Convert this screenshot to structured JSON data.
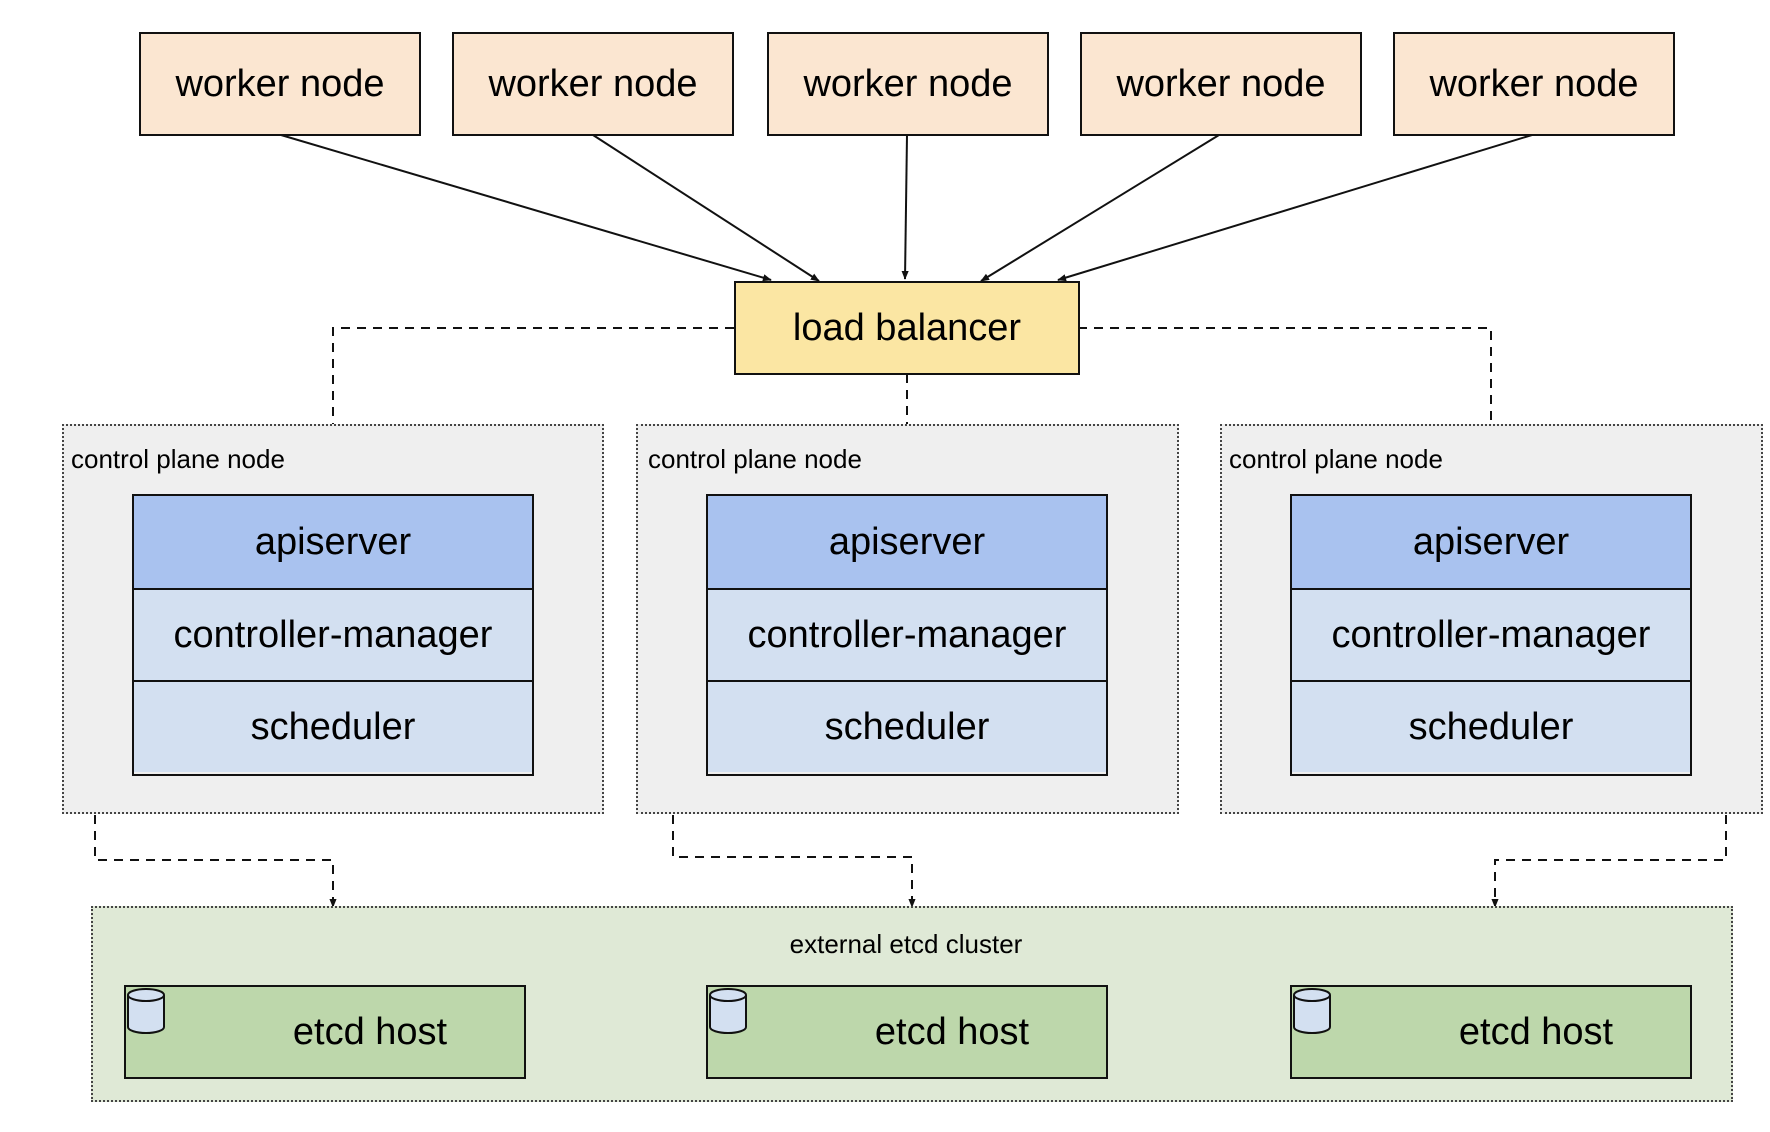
{
  "worker_nodes": [
    {
      "label": "worker node"
    },
    {
      "label": "worker node"
    },
    {
      "label": "worker node"
    },
    {
      "label": "worker node"
    },
    {
      "label": "worker node"
    }
  ],
  "load_balancer": {
    "label": "load balancer"
  },
  "control_plane_nodes": [
    {
      "region_label": "control plane node",
      "components": [
        "apiserver",
        "controller-manager",
        "scheduler"
      ]
    },
    {
      "region_label": "control plane node",
      "components": [
        "apiserver",
        "controller-manager",
        "scheduler"
      ]
    },
    {
      "region_label": "control plane node",
      "components": [
        "apiserver",
        "controller-manager",
        "scheduler"
      ]
    }
  ],
  "etcd_cluster": {
    "label": "external etcd cluster",
    "hosts": [
      {
        "label": "etcd host",
        "icon": "database-icon"
      },
      {
        "label": "etcd host",
        "icon": "database-icon"
      },
      {
        "label": "etcd host",
        "icon": "database-icon"
      }
    ]
  },
  "colors": {
    "worker_node_fill": "#fbe6d1",
    "load_balancer_fill": "#fbe6a3",
    "control_plane_fill": "#efefef",
    "apiserver_fill": "#a9c2ef",
    "component_fill": "#d3e0f1",
    "etcd_cluster_fill": "#dfe9d6",
    "etcd_host_fill": "#bdd7ab"
  }
}
